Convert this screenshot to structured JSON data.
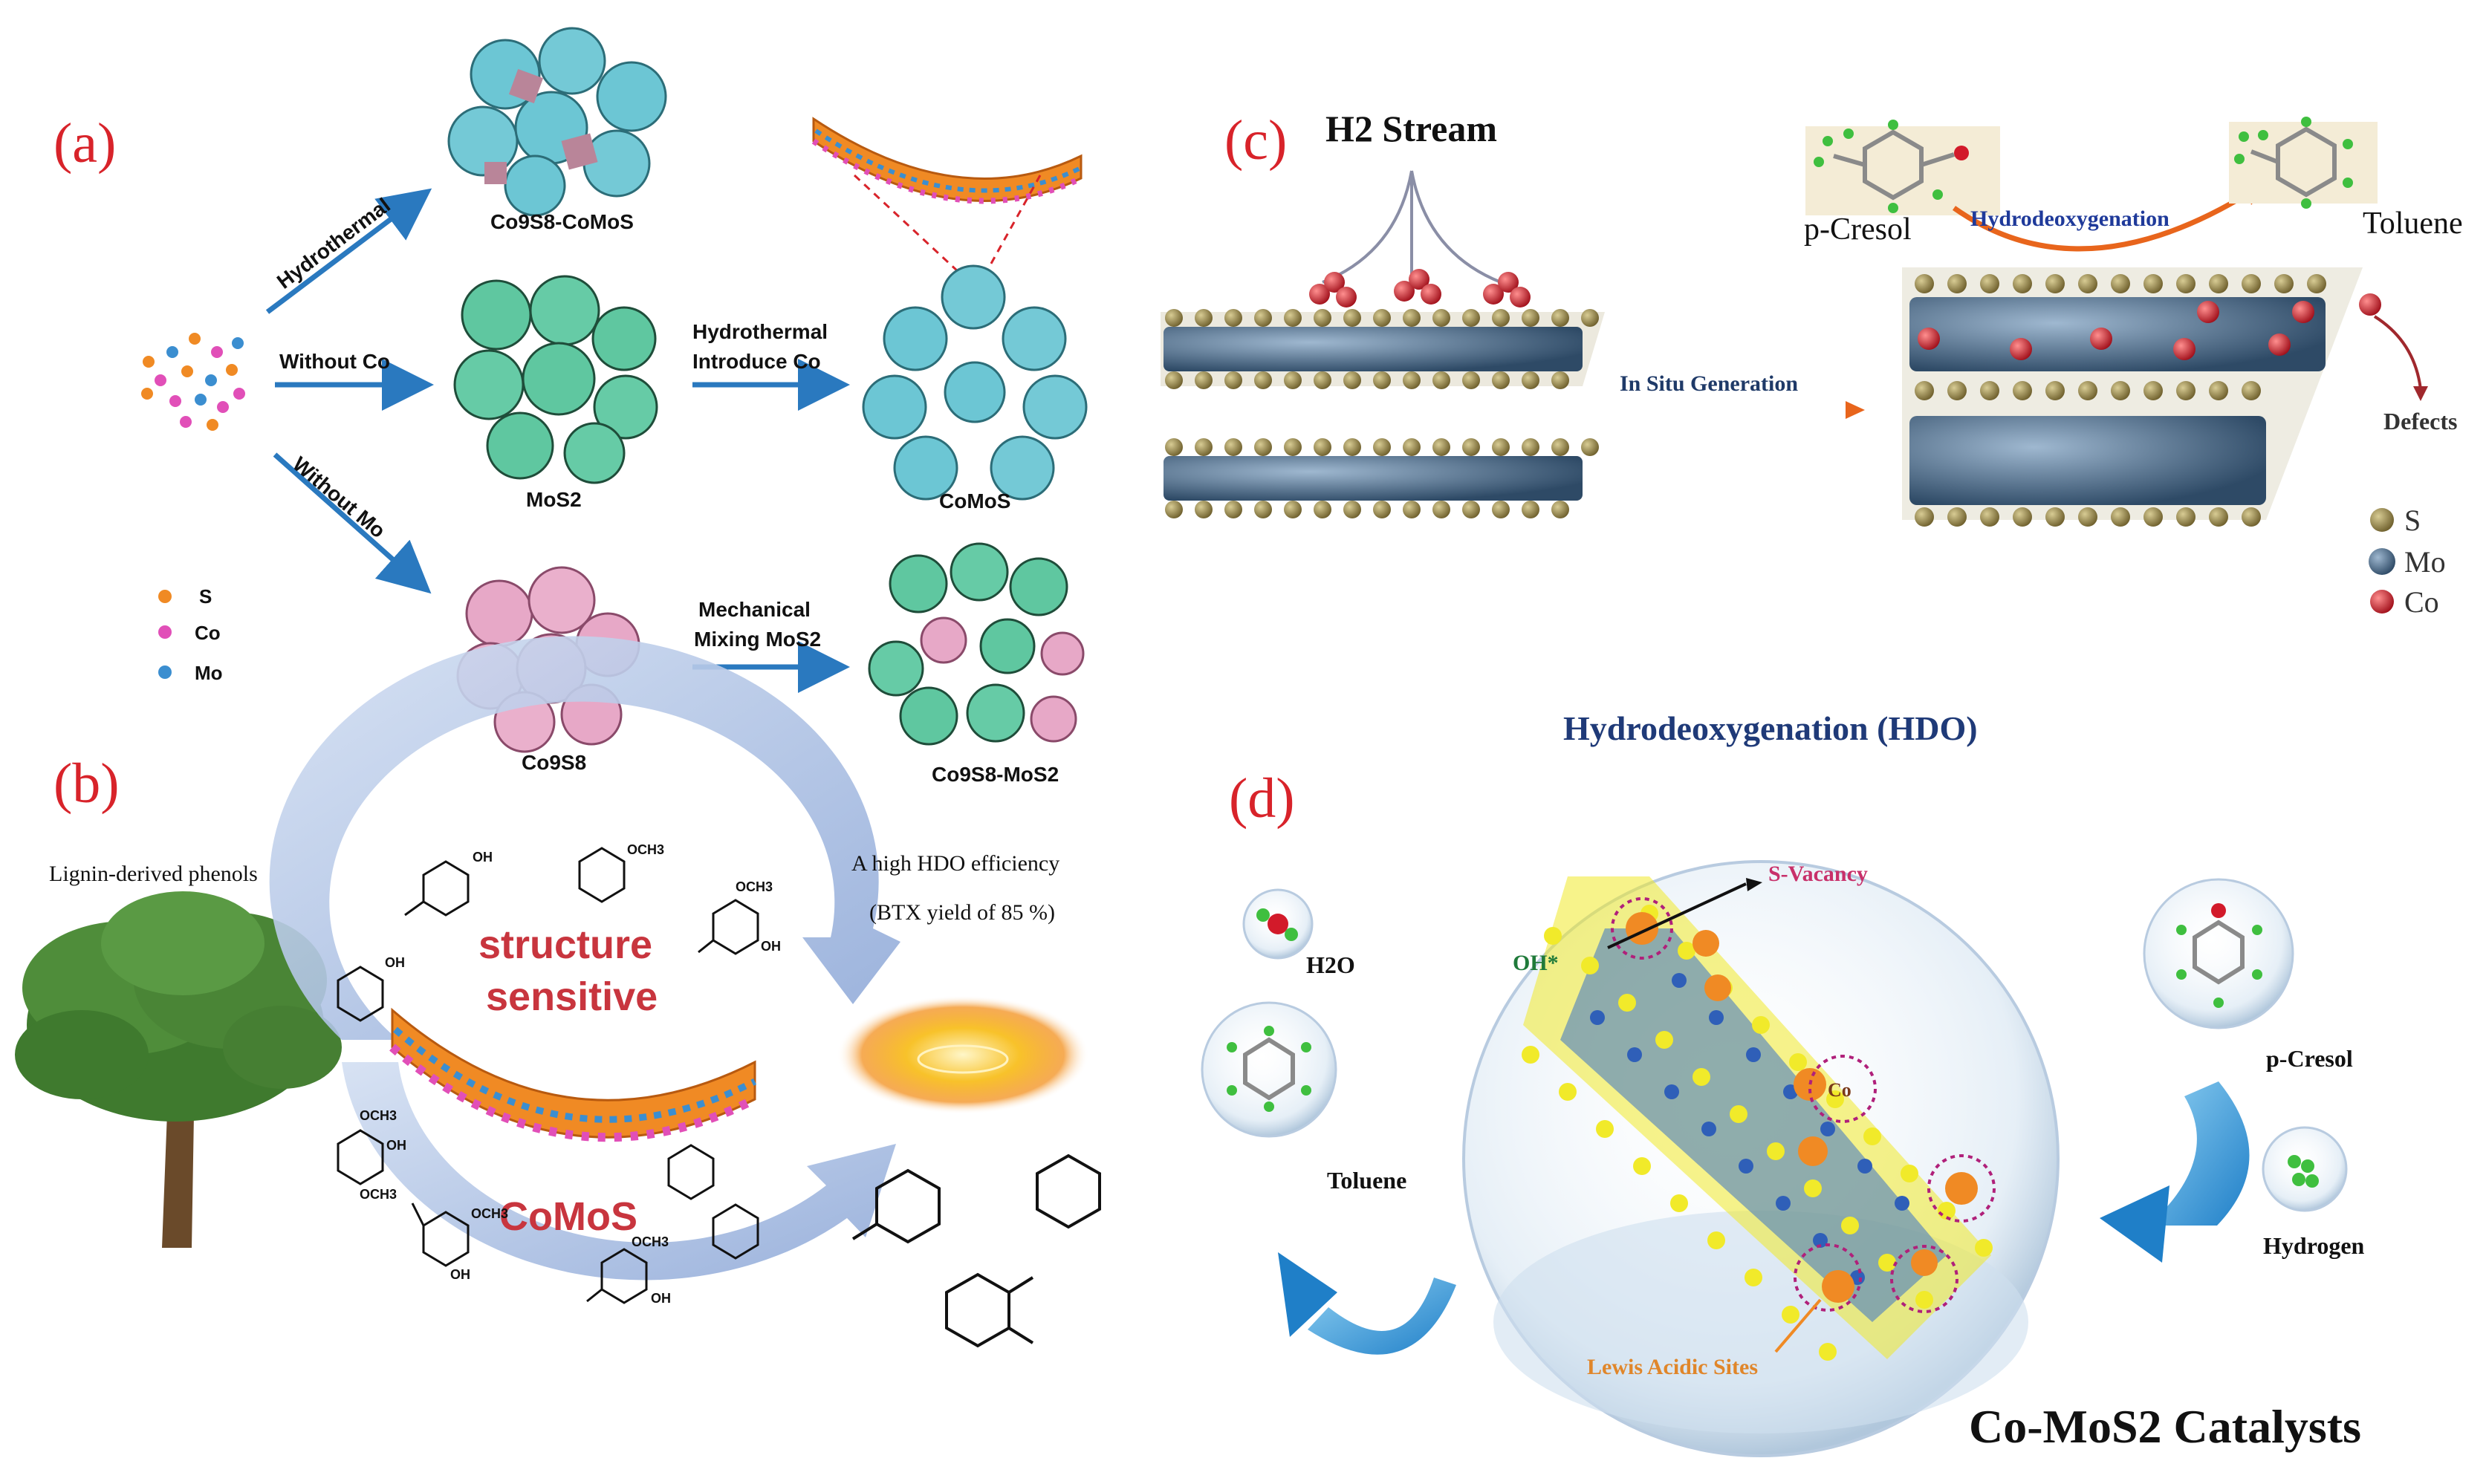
{
  "panel_a": {
    "label": "(a)",
    "products": {
      "co9s8_comos": "Co9S8-CoMoS",
      "mos2": "MoS2",
      "comos": "CoMoS",
      "co9s8": "Co9S8",
      "co9s8_mos2": "Co9S8-MoS2"
    },
    "arrows": {
      "hydrothermal": "Hydrothermal",
      "without_co": "Without Co",
      "without_mo": "Without Mo",
      "hydrothermal_intro_line1": "Hydrothermal",
      "hydrothermal_intro_line2": "Introduce Co",
      "mech_line1": "Mechanical",
      "mech_line2": "Mixing MoS2"
    },
    "legend": {
      "s": "S",
      "co": "Co",
      "mo": "Mo"
    }
  },
  "panel_b": {
    "label": "(b)",
    "lignin": "Lignin-derived phenols",
    "structure_line1": "structure",
    "structure_line2": "sensitive",
    "comos": "CoMoS",
    "efficiency_line1": "A high HDO efficiency",
    "efficiency_line2": "(BTX yield of 85 %)",
    "substituents": {
      "oh": "OH",
      "och3": "OCH3"
    }
  },
  "panel_c": {
    "label": "(c)",
    "h2_stream": "H2 Stream",
    "in_situ": "In Situ Generation",
    "p_cresol": "p-Cresol",
    "hdo": "Hydrodeoxygenation",
    "toluene": "Toluene",
    "defects": "Defects",
    "legend": {
      "s": "S",
      "mo": "Mo",
      "co": "Co"
    }
  },
  "panel_d": {
    "label": "(d)",
    "title": "Hydrodeoxygenation (HDO)",
    "h2o": "H2O",
    "toluene": "Toluene",
    "s_vacancy": "S-Vacancy",
    "oh_star": "OH*",
    "co": "Co",
    "lewis": "Lewis Acidic Sites",
    "p_cresol": "p-Cresol",
    "hydrogen": "Hydrogen",
    "catalyst": "Co-MoS2 Catalysts"
  },
  "colors": {
    "panel_label_red": "#d8232a",
    "arrow_blue": "#2a79bf",
    "s_atom": "#8a7a43",
    "mo_atom": "#3f5e7d",
    "co_atom": "#d21a2a",
    "yellow_s": "#f1ea2a",
    "orange_co": "#f08a24"
  }
}
